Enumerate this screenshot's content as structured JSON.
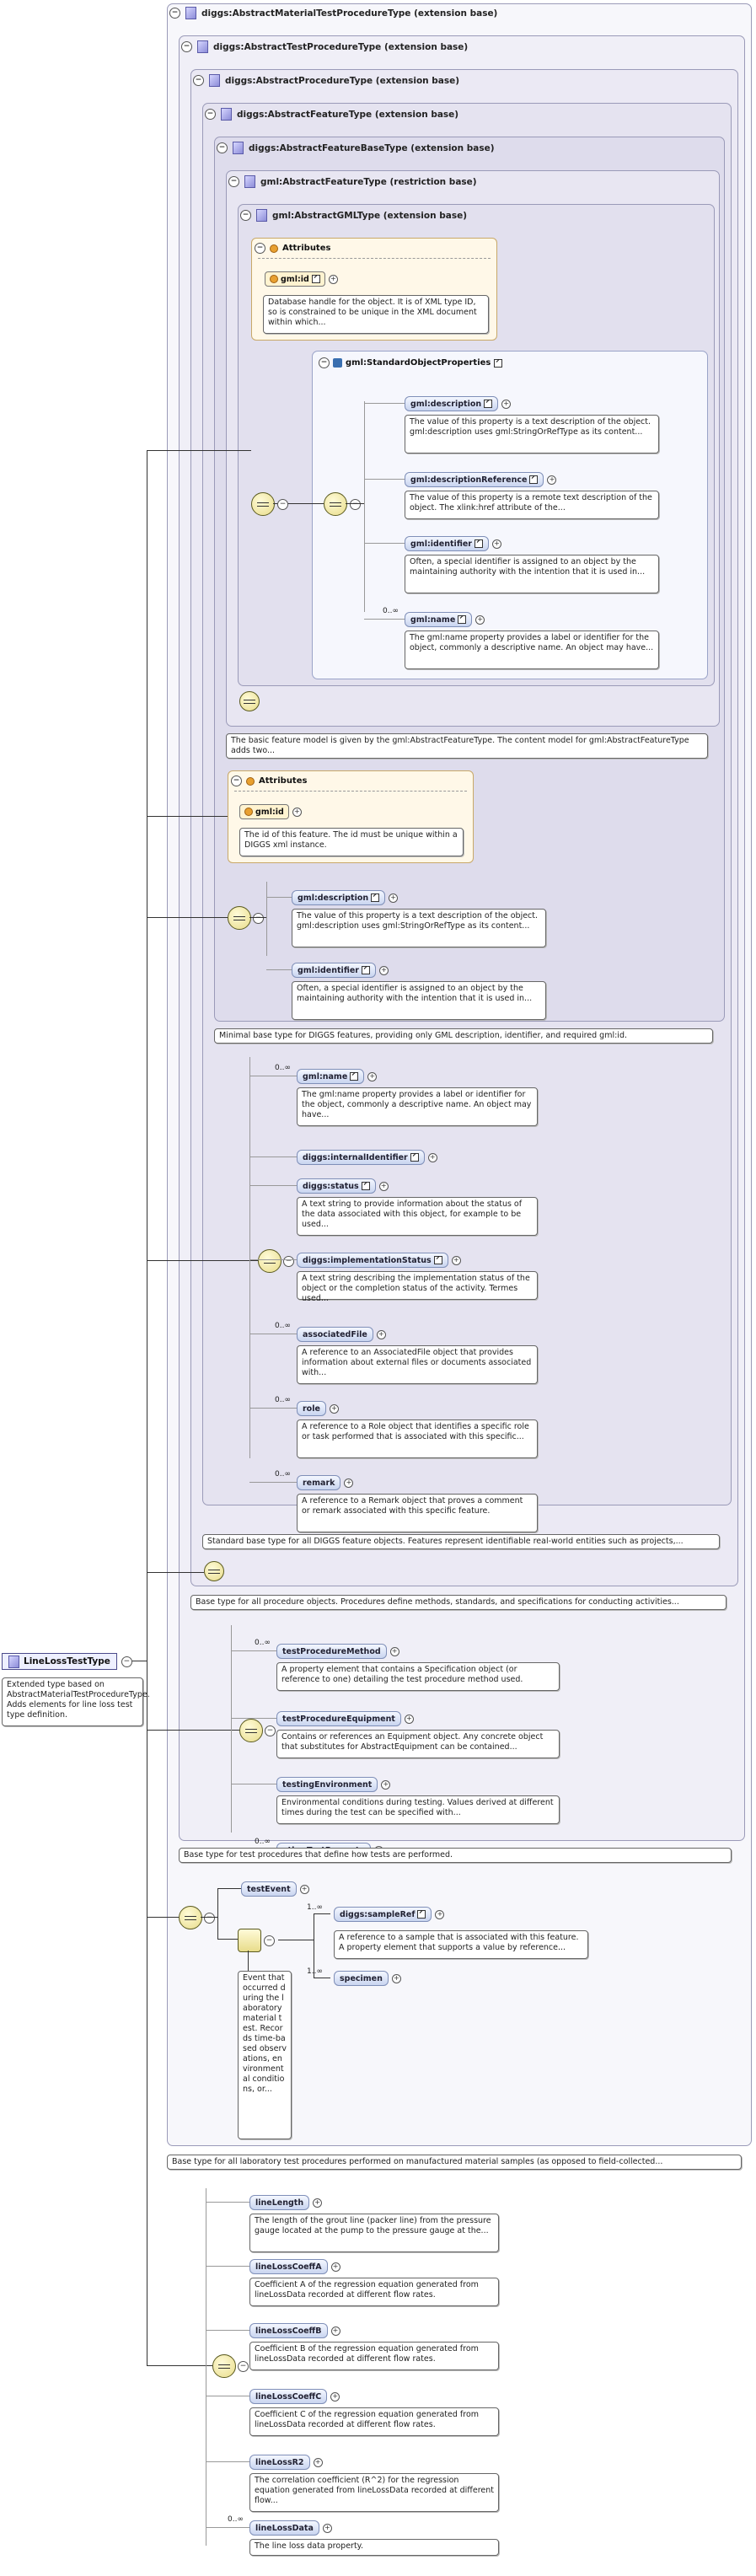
{
  "root": {
    "name": "LineLossTestType",
    "doc": "Extended type based on AbstractMaterialTestProcedureType. Adds elements for line loss test type definition."
  },
  "ext": {
    "materialtest": "diggs:AbstractMaterialTestProcedureType (extension base)",
    "testproc": "diggs:AbstractTestProcedureType (extension base)",
    "proc": "diggs:AbstractProcedureType (extension base)",
    "feature": "diggs:AbstractFeatureType (extension base)",
    "featurebase": "diggs:AbstractFeatureBaseType (extension base)",
    "gmlfeature": "gml:AbstractFeatureType (restriction base)",
    "gmlgml": "gml:AbstractGMLType (extension base)"
  },
  "gml": {
    "attributes_title": "Attributes",
    "id_label": "gml:id",
    "id_doc": "Database handle for the object. It is of XML type ID, so is constrained to be unique in the XML document within which...",
    "sop_label": "gml:StandardObjectProperties",
    "items": [
      {
        "label": "gml:description",
        "mult": "",
        "doc": "The value of this property is a text description of the object. gml:description uses gml:StringOrRefType as its content..."
      },
      {
        "label": "gml:descriptionReference",
        "mult": "",
        "doc": "The value of this property is a remote text description of the object. The xlink:href attribute of the..."
      },
      {
        "label": "gml:identifier",
        "mult": "",
        "doc": "Often, a special identifier is assigned to an object by the maintaining authority with the intention that it is used in..."
      },
      {
        "label": "gml:name",
        "mult": "0..∞",
        "doc": "The gml:name property provides a label or identifier for the object, commonly a descriptive name. An object may have..."
      }
    ]
  },
  "gmlfeature_doc": "The basic feature model is given by the gml:AbstractFeatureType. The content model for gml:AbstractFeatureType adds two...",
  "featurebase": {
    "attributes_title": "Attributes",
    "id_label": "gml:id",
    "id_doc": "The id of this feature. The id must be unique within a DIGGS xml instance.",
    "items": [
      {
        "label": "gml:description",
        "mult": "",
        "doc": "The value of this property is a text description of the object. gml:description uses gml:StringOrRefType as its content..."
      },
      {
        "label": "gml:identifier",
        "mult": "",
        "doc": "Often, a special identifier is assigned to an object by the maintaining authority with the intention that it is used in..."
      }
    ],
    "doc": "Minimal base type for DIGGS features, providing only GML description, identifier, and required gml:id."
  },
  "feature": {
    "items": [
      {
        "label": "gml:name",
        "mult": "0..∞",
        "doc": "The gml:name property provides a label or identifier for the object, commonly a descriptive name. An object may have..."
      },
      {
        "label": "diggs:internalIdentifier",
        "mult": "",
        "doc": ""
      },
      {
        "label": "diggs:status",
        "mult": "",
        "doc": "A text string to provide information about the status of the data associated with this object, for example to be used..."
      },
      {
        "label": "diggs:implementationStatus",
        "mult": "",
        "doc": "A text string describing the implementation status of the object or the completion status of the activity. Termes used..."
      },
      {
        "label": "associatedFile",
        "mult": "0..∞",
        "doc": "A reference to an AssociatedFile object that provides information about external files or documents associated with..."
      },
      {
        "label": "role",
        "mult": "0..∞",
        "doc": "A reference to a Role object that identifies a specific role or task performed that is associated with this specific..."
      },
      {
        "label": "remark",
        "mult": "0..∞",
        "doc": "A reference to a Remark object that proves a comment or remark associated with this specific feature."
      }
    ],
    "doc": "Standard base type for all DIGGS feature objects. Features represent identifiable real-world entities such as projects,..."
  },
  "proc": {
    "doc": "Base type for all procedure objects. Procedures define methods, standards, and specifications for conducting activities...",
    "items": [
      {
        "label": "testProcedureMethod",
        "mult": "0..∞",
        "doc": "A property element that contains a Specification object (or reference to one) detailing the test procedure method used."
      },
      {
        "label": "testProcedureEquipment",
        "mult": "",
        "doc": "Contains or references an Equipment object. Any concrete object that substitutes for AbstractEquipment can be contained..."
      },
      {
        "label": "testingEnvironment",
        "mult": "",
        "doc": "Environmental conditions during testing. Values derived at different times during the test can be specified with..."
      },
      {
        "label": "otherTestProperty",
        "mult": "0..∞",
        "doc": ""
      }
    ]
  },
  "testproc": {
    "doc": "Base type for test procedures that define how tests are performed.",
    "testEvent": "testEvent",
    "event_doc": "Event that occurred during the laboratory material test. Records time-based observations, environmental conditions, or...",
    "sampleRef": {
      "label": "diggs:sampleRef",
      "mult": "1..∞",
      "doc": "A reference to a sample that is associated with this feature. A property element that supports a value by reference..."
    },
    "specimen": {
      "label": "specimen",
      "mult": "1..∞"
    }
  },
  "materialtest_doc": "Base type for all laboratory test procedures performed on manufactured material samples (as opposed to field-collected...",
  "lineloss": {
    "items": [
      {
        "label": "lineLength",
        "mult": "",
        "doc": "The length of the grout line (packer line) from the pressure gauge located at the pump to the pressure gauge at the..."
      },
      {
        "label": "lineLossCoeffA",
        "mult": "",
        "doc": "Coefficient A of the regression equation generated from lineLossData recorded at different flow rates."
      },
      {
        "label": "lineLossCoeffB",
        "mult": "",
        "doc": "Coefficient B of the regression equation generated from lineLossData recorded at different flow rates."
      },
      {
        "label": "lineLossCoeffC",
        "mult": "",
        "doc": "Coefficient C of the regression equation generated from lineLossData recorded at different flow rates."
      },
      {
        "label": "lineLossR2",
        "mult": "",
        "doc": "The correlation coefficient (R^2) for the regression equation generated from lineLossData recorded at different flow..."
      },
      {
        "label": "lineLossData",
        "mult": "0..∞",
        "doc": "The line loss data property."
      }
    ]
  }
}
